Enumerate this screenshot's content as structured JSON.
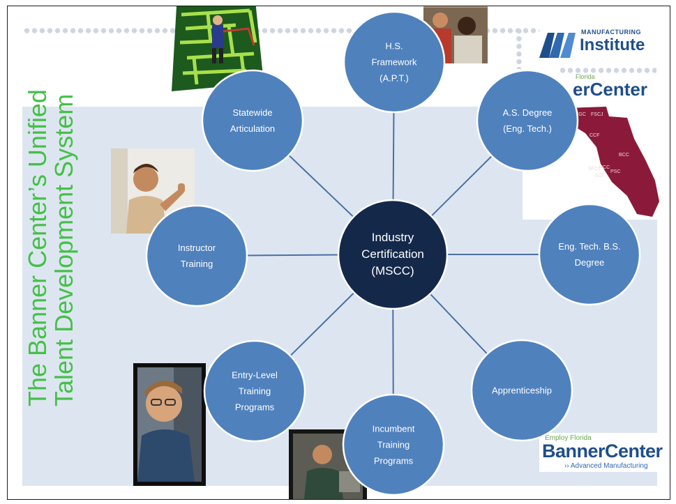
{
  "slide_title": {
    "line1": "The Banner Center’s Unified",
    "line2": "Talent Development System"
  },
  "hub": {
    "lines": [
      "Industry",
      "Certification",
      "(MSCC)"
    ],
    "color": "#14294a"
  },
  "nodes": [
    {
      "id": "hs-framework",
      "lines": [
        "H.S.",
        "Framework",
        "(A.P.T.)"
      ]
    },
    {
      "id": "as-degree",
      "lines": [
        "A.S. Degree",
        "(Eng. Tech.)"
      ]
    },
    {
      "id": "bs-degree",
      "lines": [
        "Eng. Tech. B.S.",
        "Degree"
      ]
    },
    {
      "id": "apprenticeship",
      "lines": [
        "Apprenticeship"
      ]
    },
    {
      "id": "incumbent-training",
      "lines": [
        "Incumbent",
        "Training",
        "Programs"
      ]
    },
    {
      "id": "entry-level-training",
      "lines": [
        "Entry-Level",
        "Training",
        "Programs"
      ]
    },
    {
      "id": "instructor-training",
      "lines": [
        "Instructor",
        "Training"
      ]
    },
    {
      "id": "statewide-articulation",
      "lines": [
        "Statewide",
        "Articulation"
      ]
    }
  ],
  "node_color": "#4f81bd",
  "node_border": "#ffffff",
  "connector_color": "#4a6fa5",
  "logos": {
    "manufacturing_small": "MANUFACTURING",
    "institute": "Institute",
    "banner_top": "erCenter",
    "banner_top_small": "Florida",
    "employ_florida": "Employ Florida",
    "banner_bottom": "BannerCenter",
    "advanced_manufacturing": "›› Advanced Manufacturing",
    "brand_color": "#1f4e8c"
  },
  "map_labels": [
    "FGC",
    "FSCJ",
    "CCF",
    "BCC",
    "HCC",
    "SCF",
    "PSC",
    "SFCC"
  ],
  "map_color": "#8b1a3a"
}
